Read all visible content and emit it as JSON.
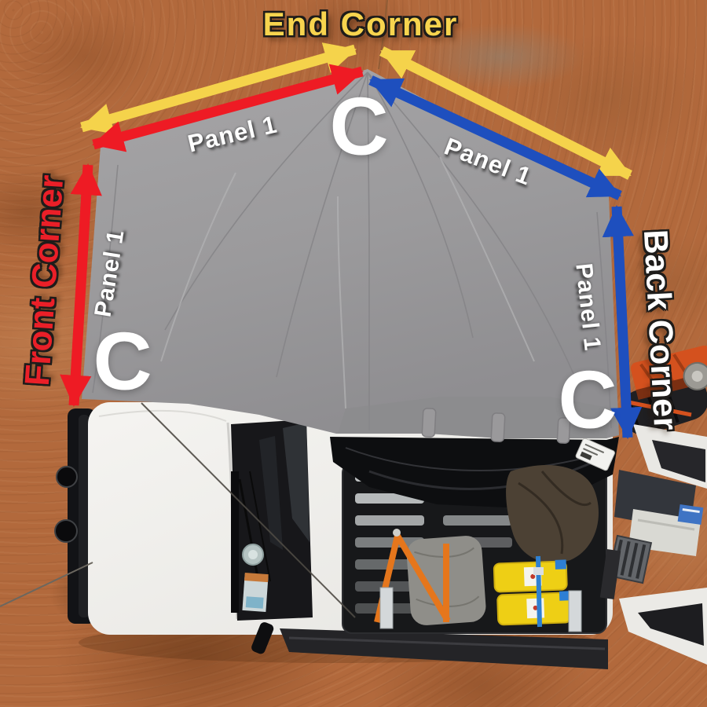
{
  "annotations": {
    "end_corner_label": "End Corner",
    "front_corner_label": "Front Corner",
    "back_corner_label": "Back Corner",
    "panel_labels": {
      "top_left": "Panel 1",
      "top_right": "Panel 1",
      "left": "Panel 1",
      "right": "Panel 1"
    },
    "corner_markers": {
      "end": "C",
      "front": "C",
      "back": "C"
    }
  },
  "colors": {
    "arrow-yellow": "#F5D34B",
    "arrow-red": "#EE1B24",
    "arrow-blue": "#1E4FBE",
    "label-yellow": "#F7D44E",
    "label-red": "#EA1F28",
    "label-white": "#FFFFFF",
    "tarp-gray": "#9C9B9D",
    "dirt-brown": "#B2693C",
    "truck-white": "#F0EFEC",
    "rack-black": "#17181A",
    "jerry-can-yellow": "#EECF15",
    "strap-orange": "#E5761C",
    "strap-blue": "#2F80D0",
    "chainsaw-orange": "#D4511E"
  }
}
